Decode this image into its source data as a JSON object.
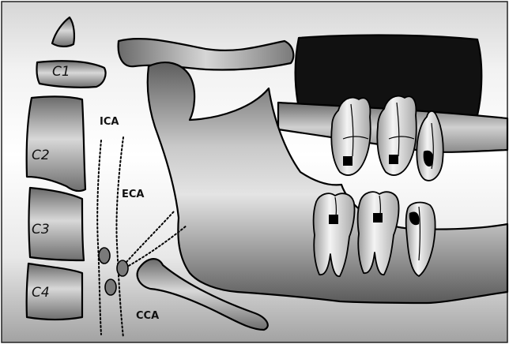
{
  "labels": {
    "vertebrae": [
      "C1",
      "C2",
      "C3",
      "C4"
    ],
    "vessels": {
      "internal_carotid": "ICA",
      "external_carotid": "ECA",
      "common_carotid": "CCA"
    }
  },
  "colors": {
    "background_top": "#d9d9d9",
    "background_mid": "#ffffff",
    "background_bottom": "#9e9e9e",
    "bone_light": "#d4d4d4",
    "bone_dark": "#6e6e6e",
    "maxilla": "#111111",
    "lesion": "#000000"
  }
}
